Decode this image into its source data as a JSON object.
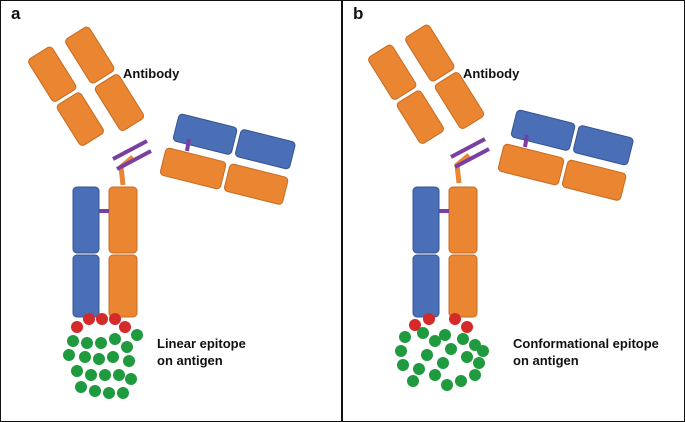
{
  "panels": [
    {
      "letter": "a",
      "antibody_label": "Antibody",
      "epitope_line1": "Linear epitope",
      "epitope_line2": "on antigen"
    },
    {
      "letter": "b",
      "antibody_label": "Antibody",
      "epitope_line1": "Conformational epitope",
      "epitope_line2": "on antigen"
    }
  ],
  "colors": {
    "heavy_chain": "#ea8532",
    "light_chain": "#4a6fb6",
    "disulfide_bond": "#7a3fa3",
    "epitope_residue": "#d42a2a",
    "antigen_residue": "#1f9a3f"
  }
}
